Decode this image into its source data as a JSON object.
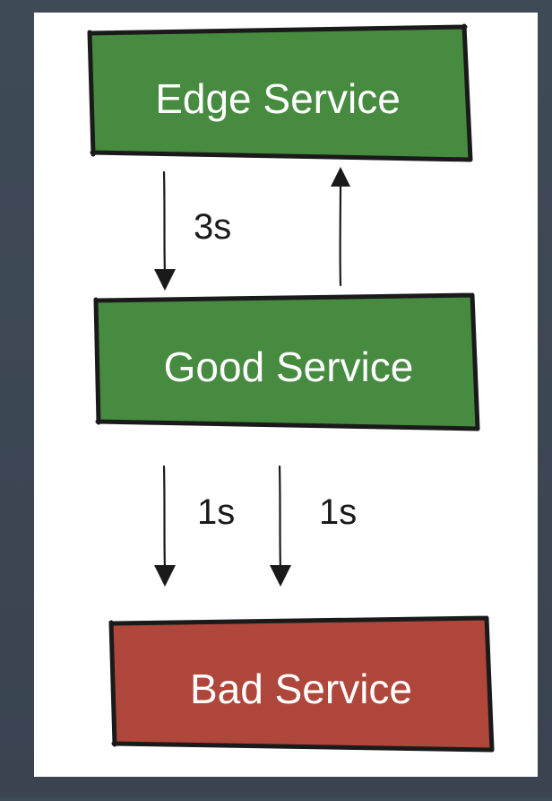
{
  "boxes": {
    "edge": {
      "label": "Edge Service",
      "status": "healthy",
      "color": "#4a8f43"
    },
    "good": {
      "label": "Good Service",
      "status": "healthy",
      "color": "#4a8f43"
    },
    "bad": {
      "label": "Bad Service",
      "status": "failing",
      "color": "#b44a3e"
    }
  },
  "arrows": {
    "edge_to_good_label": "3s",
    "good_to_bad_label_1": "1s",
    "good_to_bad_label_2": "1s"
  },
  "colors": {
    "background": "#3f4a57",
    "paper": "#ffffff",
    "stroke": "#1a1a1a",
    "box_text": "#ffffff"
  }
}
